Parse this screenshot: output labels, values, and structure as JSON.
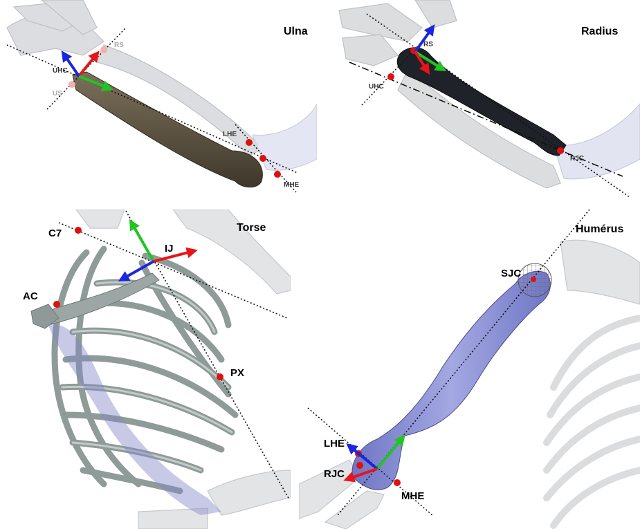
{
  "panels": {
    "ulna": {
      "title": "Ulna",
      "labels": {
        "rs": "RS",
        "uhc": "UHC",
        "us": "US",
        "lhe": "LHE",
        "mhe": "MHE"
      }
    },
    "radius": {
      "title": "Radius",
      "labels": {
        "rs": "RS",
        "uhc": "UHC",
        "rjc": "RJC"
      }
    },
    "torse": {
      "title": "Torse",
      "labels": {
        "c7": "C7",
        "ij": "IJ",
        "ac": "AC",
        "px": "PX"
      }
    },
    "humerus": {
      "title": "Humérus",
      "labels": {
        "sjc": "SJC",
        "lhe": "LHE",
        "rjc": "RJC",
        "mhe": "MHE"
      }
    }
  },
  "colors": {
    "x_axis": "#e8141a",
    "y_axis": "#22c422",
    "z_axis": "#1a26e0",
    "landmark": "#e01010",
    "ulna_bone": "#5b5140",
    "radius_bone": "#1f2228",
    "ribcage": "#9aa7a4",
    "humerus_bone": "#8a90d4",
    "ghost_bone": "#d6d8dc"
  }
}
